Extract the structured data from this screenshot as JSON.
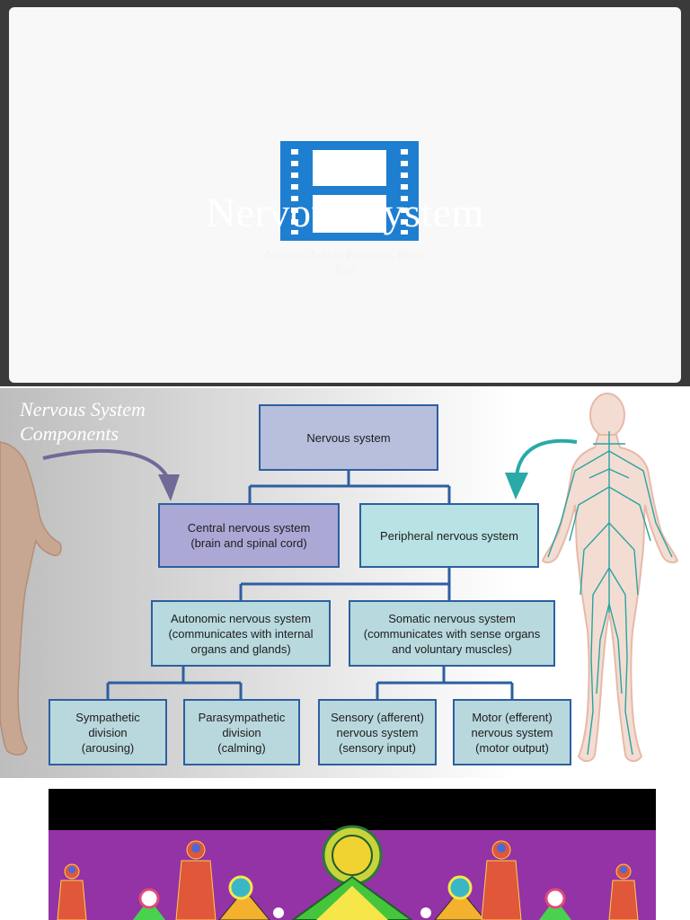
{
  "slide1": {
    "title": "Nervous System",
    "subtitle_line1": "Neuron, Action Potential, Brain",
    "subtitle_line2": "Eye",
    "video_icon": "film-strip-icon",
    "colors": {
      "backdrop": "#3a3a3a",
      "panel": "#f8f8f8",
      "film_icon": "#1e7fd0"
    }
  },
  "slide2": {
    "heading_line1": "Nervous System",
    "heading_line2": "Components",
    "nodes": {
      "root": [
        "Nervous system"
      ],
      "cns": [
        "Central nervous system",
        "(brain and spinal cord)"
      ],
      "pns": [
        "Peripheral nervous system"
      ],
      "autonomic": [
        "Autonomic nervous system",
        "(communicates with internal",
        "organs and glands)"
      ],
      "somatic": [
        "Somatic nervous system",
        "(communicates with sense organs",
        "and voluntary muscles)"
      ],
      "sympathetic": [
        "Sympathetic",
        "division",
        "(arousing)"
      ],
      "parasympathetic": [
        "Parasympathetic",
        "division",
        "(calming)"
      ],
      "sensory": [
        "Sensory (afferent)",
        "nervous system",
        "(sensory input)"
      ],
      "motor": [
        "Motor (efferent)",
        "nervous system",
        "(motor output)"
      ]
    },
    "colors": {
      "box_border": "#2c5fa0",
      "left_arrow": "#6f6a98",
      "right_arrow": "#2aa9a9",
      "nerves": "#2aa3a3"
    }
  },
  "slide3": {
    "colors": {
      "top_band": "#000000",
      "background": "#9433a5",
      "figures": "#e0573a"
    }
  }
}
